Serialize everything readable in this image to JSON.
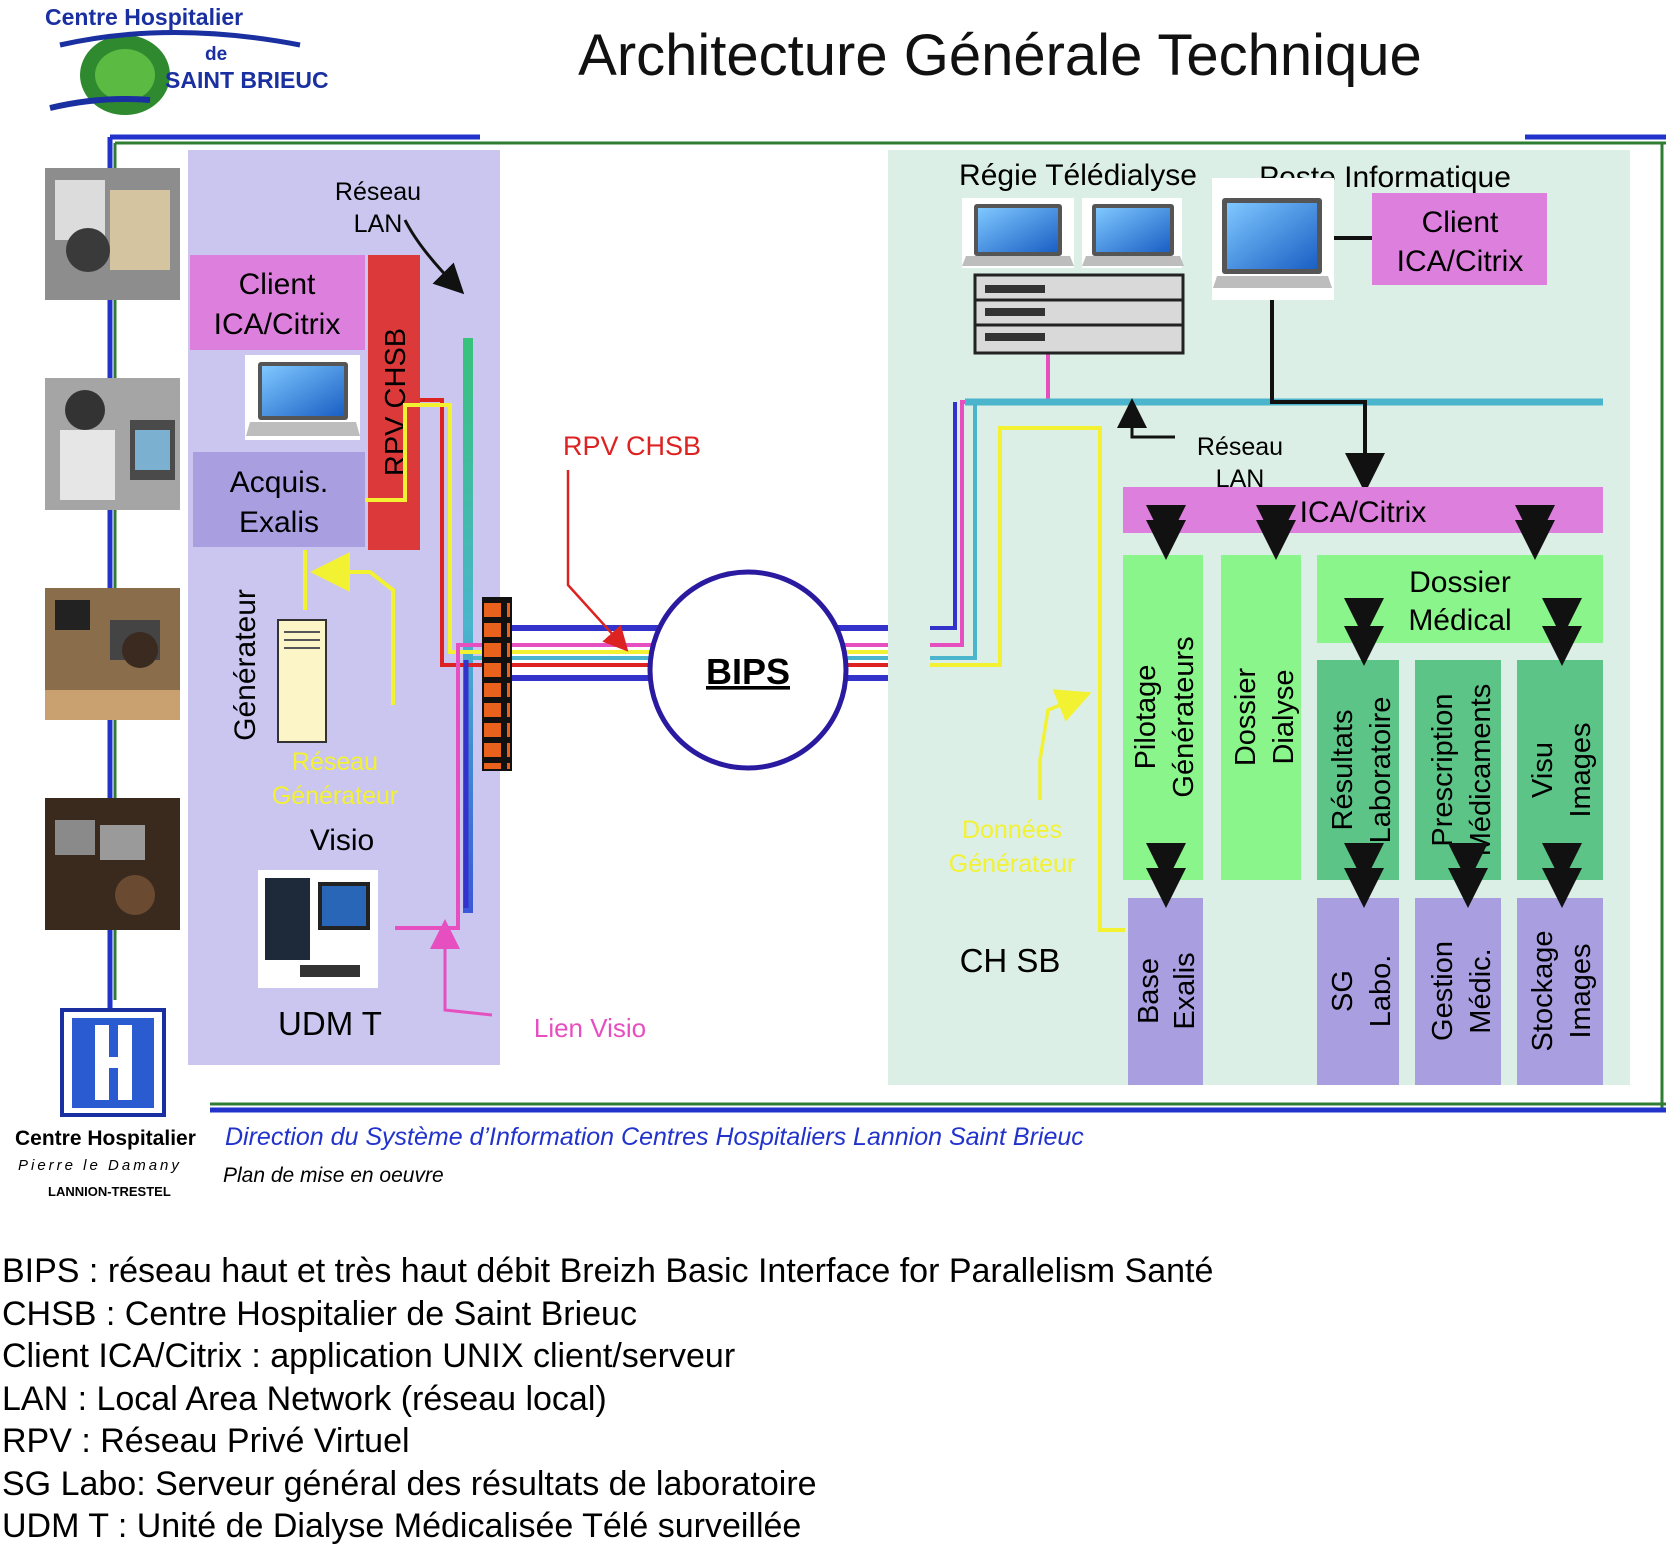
{
  "header": {
    "title": "Architecture Générale Technique",
    "logo_chsb": [
      "Centre Hospitalier",
      "de",
      "SAINT BRIEUC"
    ],
    "logo_lannion": [
      "Centre Hospitalier",
      "Pierre le Damany",
      "LANNION-TRESTEL"
    ]
  },
  "udm": {
    "reseau_lan": [
      "Réseau",
      "LAN"
    ],
    "client": [
      "Client",
      "ICA/Citrix"
    ],
    "rpv_bar": "RPV CHSB",
    "acquis": [
      "Acquis.",
      "Exalis"
    ],
    "generateur": "Générateur",
    "reseau_generateur": [
      "Réseau",
      "Générateur"
    ],
    "visio": "Visio",
    "name": "UDM T"
  },
  "middle": {
    "rpv_label": "RPV CHSB",
    "bips": "BIPS",
    "lien_visio": "Lien Visio"
  },
  "chsb": {
    "regie": "Régie Télédialyse",
    "poste": "Poste Informatique",
    "client": [
      "Client",
      "ICA/Citrix"
    ],
    "reseau_lan": [
      "Réseau",
      "LAN"
    ],
    "ica_bar": "ICA/Citrix",
    "donnees_generateur": [
      "Données",
      "Générateur"
    ],
    "name": "CH SB",
    "dossier_medical": [
      "Dossier",
      "Médical"
    ],
    "modules_vertical": [
      [
        "Pilotage",
        "Générateurs"
      ],
      [
        "Dossier",
        "Dialyse"
      ],
      [
        "Résultats",
        "Laboratoire"
      ],
      [
        "Prescription",
        "Médicaments"
      ],
      [
        "Visu",
        "Images"
      ]
    ],
    "servers_vertical": [
      [
        "Base",
        "Exalis"
      ],
      [
        "SG",
        "Labo."
      ],
      [
        "Gestion",
        "Médic."
      ],
      [
        "Stockage",
        "Images"
      ]
    ]
  },
  "footer": {
    "direction": "Direction du Système d’Information Centres Hospitaliers Lannion Saint Brieuc",
    "plan": "Plan de mise en oeuvre"
  },
  "legend": [
    "BIPS : réseau haut et très haut débit Breizh Basic Interface for Parallelism Santé",
    "CHSB : Centre Hospitalier de Saint Brieuc",
    "Client ICA/Citrix : application UNIX client/serveur",
    "LAN : Local Area Network (réseau local)",
    "RPV : Réseau Privé Virtuel",
    "SG Labo: Serveur général des résultats de laboratoire",
    "UDM T : Unité de Dialyse Médicalisée Télé surveillée"
  ],
  "colors": {
    "udm_bg": "#cbc6ef",
    "chsb_bg": "#dcefe6",
    "client_pink": "#dd7fdc",
    "acquis_purple": "#a99ee0",
    "rpv_red": "#dc3a3a",
    "light_green": "#8af58a",
    "dark_green": "#5bc486",
    "server_purple": "#a99ee0",
    "frame_blue": "#2233cc",
    "frame_green": "#2e7d32",
    "line_pink": "#e64fc0",
    "line_yellow": "#ffff33",
    "line_blue": "#3333cc",
    "line_red": "#dd2222",
    "line_cyan": "#4ab5cc"
  }
}
